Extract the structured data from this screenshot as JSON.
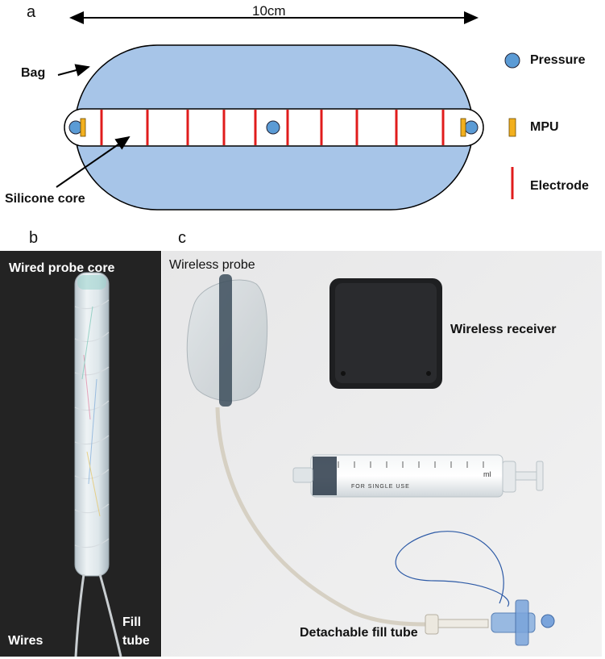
{
  "panels": {
    "a": "a",
    "b": "b",
    "c": "c"
  },
  "diagram_a": {
    "scale_label": "10cm",
    "bag_label": "Bag",
    "core_label": "Silicone core",
    "legend": [
      {
        "label": "Pressure",
        "color": "#5b9bd5"
      },
      {
        "label": "MPU",
        "color": "#f2b01e"
      },
      {
        "label": "Electrode",
        "color": "#e01c1c"
      }
    ],
    "colors": {
      "bag_fill": "#a7c5e8",
      "pressure": "#5b9bd5",
      "mpu": "#f2b01e",
      "electrode": "#e01c1c"
    }
  },
  "photo_b": {
    "core_label": "Wired probe core",
    "wires_label": "Wires",
    "fill_label_1": "Fill",
    "fill_label_2": "tube"
  },
  "photo_c": {
    "probe_label": "Wireless probe",
    "receiver_label": "Wireless receiver",
    "fill_tube_label": "Detachable fill tube",
    "syringe_text": "FOR SINGLE USE",
    "syringe_unit": "ml"
  }
}
